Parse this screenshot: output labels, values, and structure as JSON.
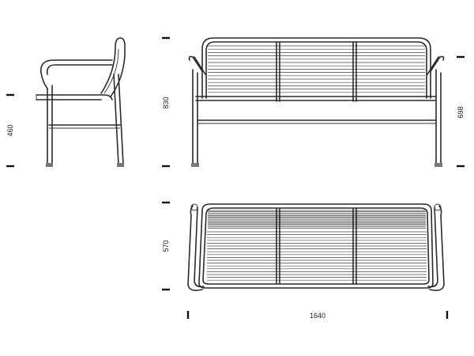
{
  "dimensions": {
    "side_seat_height": "460",
    "front_total_height": "830",
    "front_arm_height": "698",
    "top_depth": "570",
    "top_width": "1640"
  },
  "colors": {
    "line": "#2a2a2a",
    "background": "#ffffff"
  }
}
